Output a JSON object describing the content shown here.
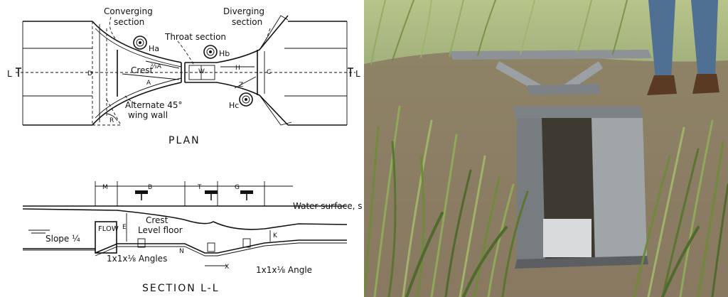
{
  "plan": {
    "caption": "PLAN",
    "labels": {
      "converging": [
        "Converging",
        "section"
      ],
      "diverging": [
        "Diverging",
        "section"
      ],
      "throat": "Throat section",
      "crest": "Crest",
      "wing": [
        "Alternate 45°",
        "wing wall"
      ],
      "ha": "Ha",
      "hb": "Hb",
      "hc": "Hc",
      "two_thirds_a": "⅔A",
      "a": "A",
      "h": "H",
      "z": "Z",
      "d": "D",
      "c": "C",
      "w": "W",
      "r": "R",
      "l_left": "L",
      "l_right": "L"
    }
  },
  "section": {
    "caption": "SECTION L-L",
    "labels": {
      "m": "M",
      "b": "B",
      "t": "T",
      "g": "G",
      "water": "Water surface, s",
      "flow": "FLOW",
      "crest": "Crest",
      "level": "Level floor",
      "slope": "Slope ¼",
      "angles": "1x1x⅛ Angles",
      "angle": "1x1x⅛ Angle",
      "e": "E",
      "n": "N",
      "k": "K",
      "x": "X"
    }
  },
  "photo": {
    "colors": {
      "grass_light": "#9fb36a",
      "grass_dark": "#4f6a2c",
      "soil": "#8b7a63",
      "metal": "#8d9296",
      "jeans": "#4f6f93",
      "boot": "#5a3a22"
    }
  }
}
